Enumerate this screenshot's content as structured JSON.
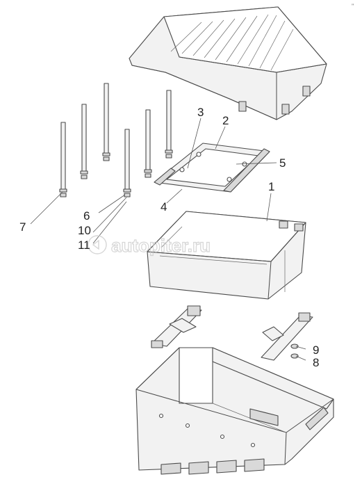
{
  "callouts": [
    "1",
    "2",
    "3",
    "4",
    "5",
    "6",
    "7",
    "8",
    "9",
    "10",
    "11"
  ],
  "watermark": {
    "text": "autopiter.ru"
  },
  "corner_mark": "''"
}
